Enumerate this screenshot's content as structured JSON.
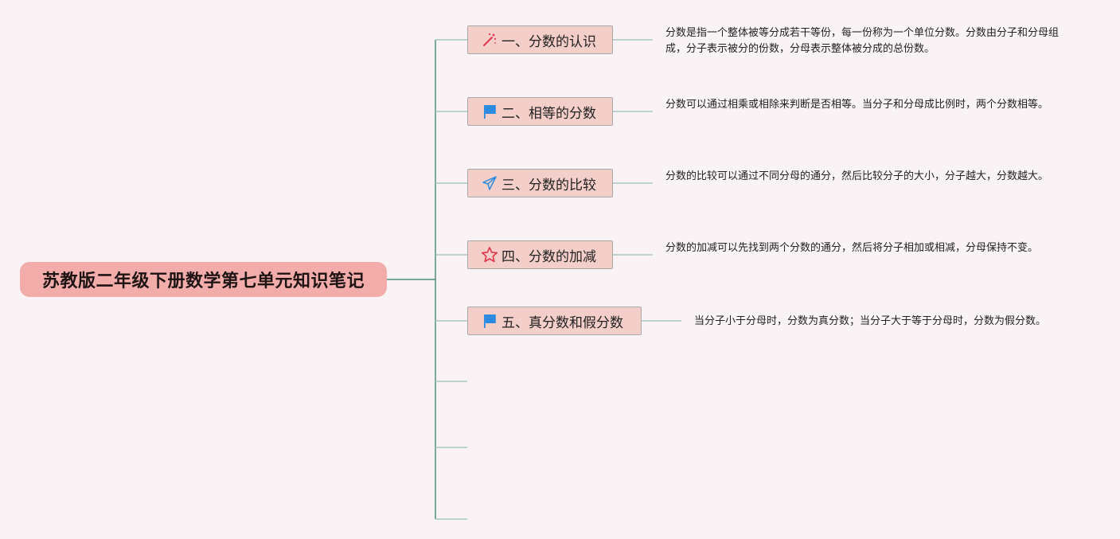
{
  "root": {
    "title": "苏教版二年级下册数学第七单元知识笔记"
  },
  "branches": [
    {
      "label": "一、分数的认识",
      "icon": "magic-wand-icon",
      "note": "分数是指一个整体被等分成若干等份，每一份称为一个单位分数。分数由分子和分母组成，分子表示被分的份数，分母表示整体被分成的总份数。"
    },
    {
      "label": "二、相等的分数",
      "icon": "blue-flag-icon",
      "note": "分数可以通过相乘或相除来判断是否相等。当分子和分母成比例时，两个分数相等。"
    },
    {
      "label": "三、分数的比较",
      "icon": "paper-plane-icon",
      "note": "分数的比较可以通过不同分母的通分，然后比较分子的大小，分子越大，分数越大。"
    },
    {
      "label": "四、分数的加减",
      "icon": "star-outline-icon",
      "note": "分数的加减可以先找到两个分数的通分，然后将分子相加或相减，分母保持不变。"
    },
    {
      "label": "五、真分数和假分数",
      "icon": "blue-flag-icon",
      "note": "当分子小于分母时，分数为真分数；当分子大于等于分母时，分数为假分数。"
    }
  ],
  "colors": {
    "background": "#faf3f5",
    "root_fill": "#f2adab",
    "branch_fill": "#f4cfc9",
    "branch_border": "#a9a9a9",
    "connector": "#4f8c80",
    "connector_light": "#a8c8c0",
    "flag_blue": "#2a8be0",
    "accent_red": "#e0344a"
  }
}
